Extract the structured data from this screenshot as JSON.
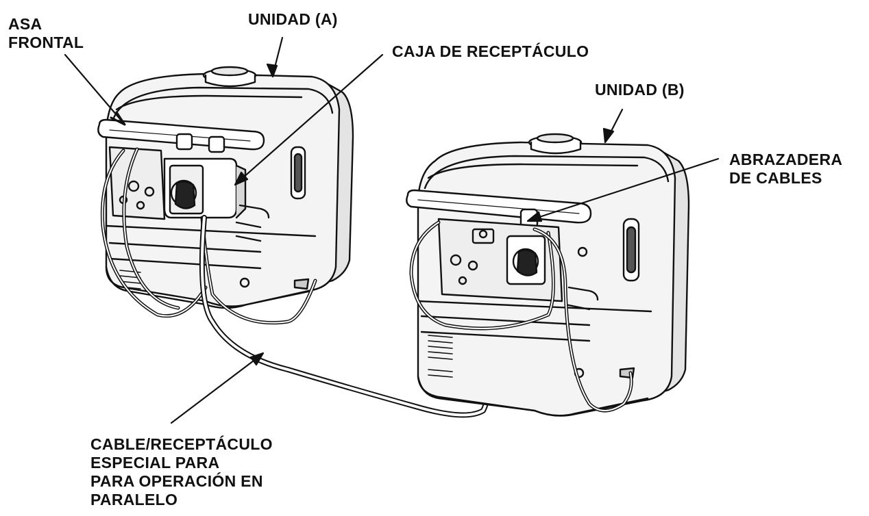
{
  "labels": {
    "front_handle": [
      "ASA",
      "FRONTAL"
    ],
    "unit_a": "UNIDAD (A)",
    "receptacle_box": "CAJA DE RECEPTÁCULO",
    "unit_b": "UNIDAD (B)",
    "cable_clamp": [
      "ABRAZADERA",
      "DE CABLES"
    ],
    "parallel_cable": [
      "CABLE/RECEPTÁCULO",
      "ESPECIAL PARA",
      "PARA OPERACIÓN EN",
      "PARALELO"
    ]
  },
  "colors": {
    "ink": "#111111",
    "body": "#f4f4f4",
    "shade": "#c8c8c8"
  }
}
